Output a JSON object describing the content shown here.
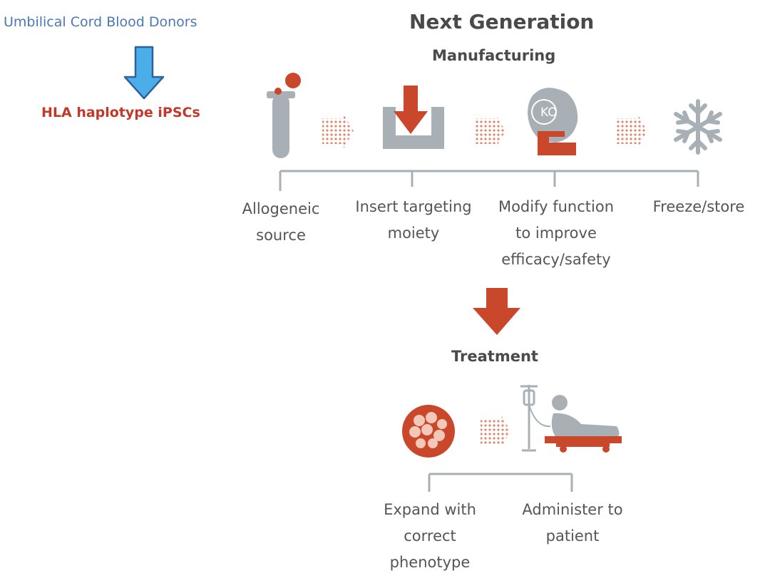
{
  "left": {
    "donors_label": "Umbilical Cord Blood Donors",
    "ipsc_label": "HLA haplotype iPSCs"
  },
  "diagram": {
    "title": "Next Generation",
    "manufacturing": {
      "heading": "Manufacturing",
      "steps": [
        {
          "label": "Allogeneic\nsource",
          "icon": "test-tube-icon"
        },
        {
          "label": "Insert targeting\nmoiety",
          "icon": "insert-tray-icon"
        },
        {
          "label": "Modify function\nto improve\nefficacy/safety",
          "icon": "knockout-glove-icon",
          "icon_text": "KO"
        },
        {
          "label": "Freeze/store",
          "icon": "snowflake-icon"
        }
      ]
    },
    "treatment": {
      "heading": "Treatment",
      "steps": [
        {
          "label": "Expand with\ncorrect\nphenotype",
          "icon": "cell-cluster-icon"
        },
        {
          "label": "Administer to\npatient",
          "icon": "patient-bed-icon"
        }
      ]
    }
  },
  "colors": {
    "accent_red": "#c9472b",
    "arrow_blue": "#4aaee8",
    "icon_gray": "#a9b0b5",
    "text_gray": "#555555"
  }
}
